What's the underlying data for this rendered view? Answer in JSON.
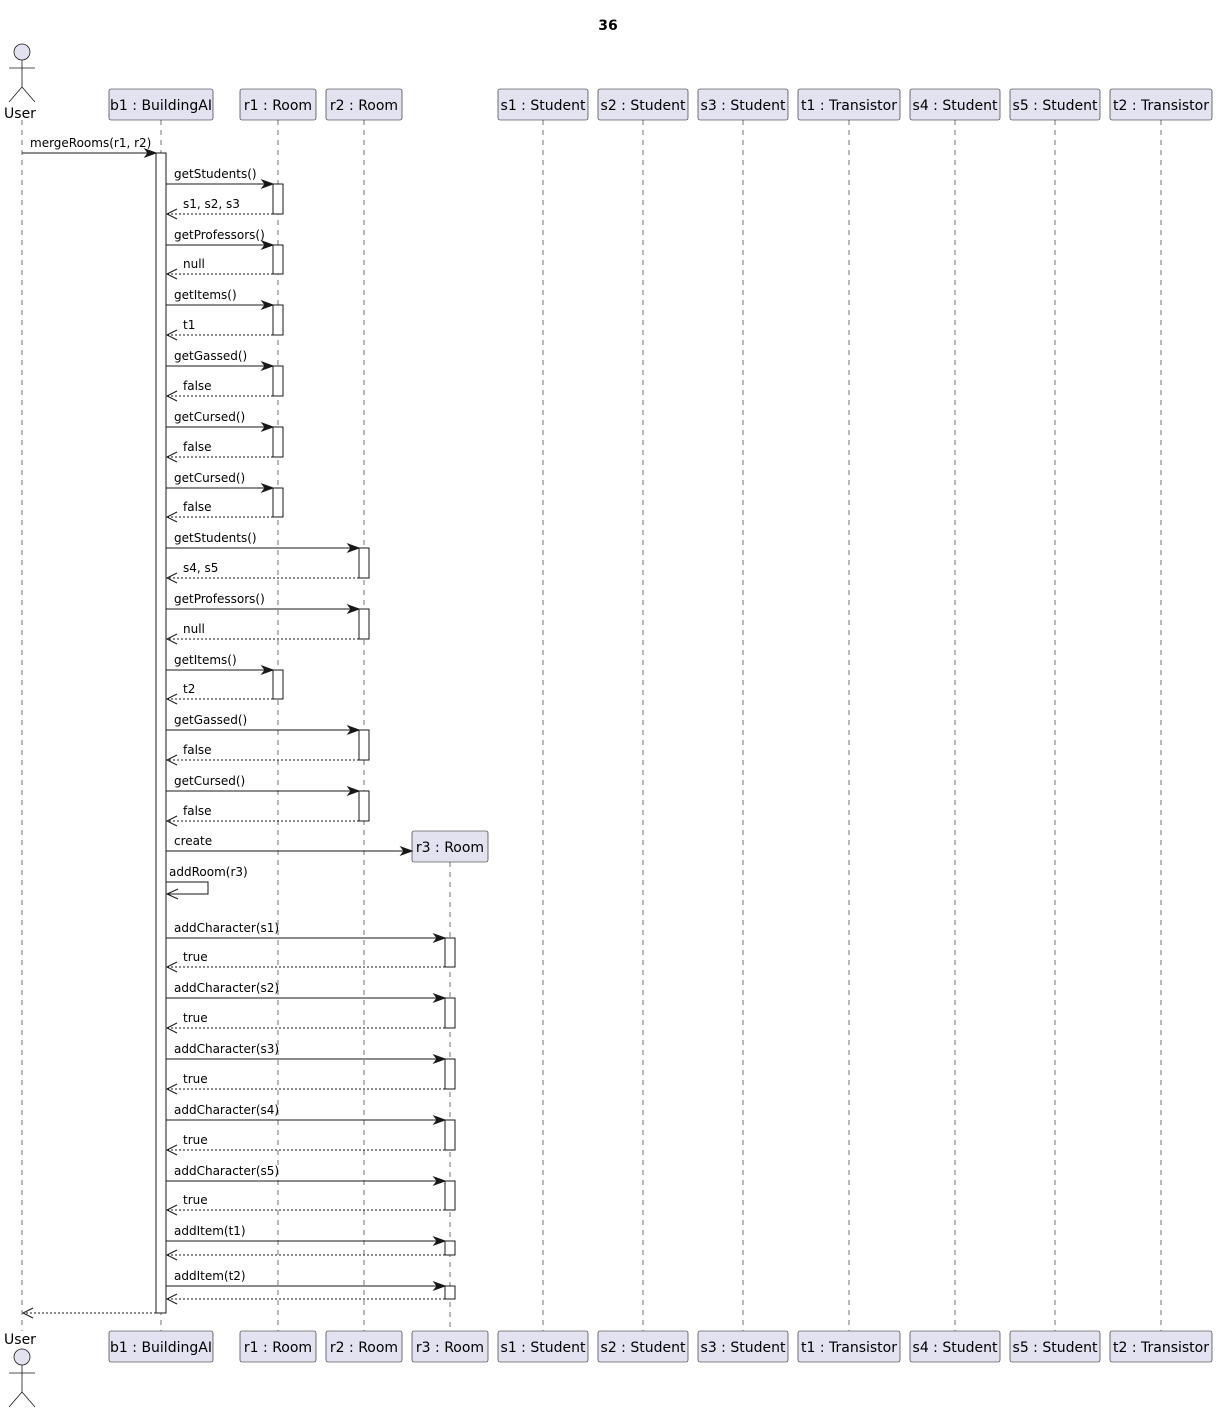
{
  "title": "36",
  "participants": [
    {
      "id": "user",
      "label": "User",
      "kind": "actor"
    },
    {
      "id": "b1",
      "label": "b1 : BuildingAI",
      "kind": "box"
    },
    {
      "id": "r1",
      "label": "r1 : Room",
      "kind": "box"
    },
    {
      "id": "r2",
      "label": "r2 : Room",
      "kind": "box"
    },
    {
      "id": "r3",
      "label": "r3 : Room",
      "kind": "box",
      "created": true
    },
    {
      "id": "s1",
      "label": "s1 : Student",
      "kind": "box"
    },
    {
      "id": "s2",
      "label": "s2 : Student",
      "kind": "box"
    },
    {
      "id": "s3",
      "label": "s3 : Student",
      "kind": "box"
    },
    {
      "id": "t1",
      "label": "t1 : Transistor",
      "kind": "box"
    },
    {
      "id": "s4",
      "label": "s4 : Student",
      "kind": "box"
    },
    {
      "id": "s5",
      "label": "s5 : Student",
      "kind": "box"
    },
    {
      "id": "t2",
      "label": "t2 : Transistor",
      "kind": "box"
    }
  ],
  "messages": [
    {
      "from": "user",
      "to": "b1",
      "label": "mergeRooms(r1, r2)",
      "type": "call"
    },
    {
      "from": "b1",
      "to": "r1",
      "label": "getStudents()",
      "type": "call"
    },
    {
      "from": "r1",
      "to": "b1",
      "label": "s1, s2, s3",
      "type": "return"
    },
    {
      "from": "b1",
      "to": "r1",
      "label": "getProfessors()",
      "type": "call"
    },
    {
      "from": "r1",
      "to": "b1",
      "label": "null",
      "type": "return"
    },
    {
      "from": "b1",
      "to": "r1",
      "label": "getItems()",
      "type": "call"
    },
    {
      "from": "r1",
      "to": "b1",
      "label": "t1",
      "type": "return"
    },
    {
      "from": "b1",
      "to": "r1",
      "label": "getGassed()",
      "type": "call"
    },
    {
      "from": "r1",
      "to": "b1",
      "label": "false",
      "type": "return"
    },
    {
      "from": "b1",
      "to": "r1",
      "label": "getCursed()",
      "type": "call"
    },
    {
      "from": "r1",
      "to": "b1",
      "label": "false",
      "type": "return"
    },
    {
      "from": "b1",
      "to": "r1",
      "label": "getCursed()",
      "type": "call"
    },
    {
      "from": "r1",
      "to": "b1",
      "label": "false",
      "type": "return"
    },
    {
      "from": "b1",
      "to": "r2",
      "label": "getStudents()",
      "type": "call"
    },
    {
      "from": "r2",
      "to": "b1",
      "label": "s4, s5",
      "type": "return"
    },
    {
      "from": "b1",
      "to": "r2",
      "label": "getProfessors()",
      "type": "call"
    },
    {
      "from": "r2",
      "to": "b1",
      "label": "null",
      "type": "return"
    },
    {
      "from": "b1",
      "to": "r1",
      "label": "getItems()",
      "type": "call"
    },
    {
      "from": "r1",
      "to": "b1",
      "label": "t2",
      "type": "return"
    },
    {
      "from": "b1",
      "to": "r2",
      "label": "getGassed()",
      "type": "call"
    },
    {
      "from": "r2",
      "to": "b1",
      "label": "false",
      "type": "return"
    },
    {
      "from": "b1",
      "to": "r2",
      "label": "getCursed()",
      "type": "call"
    },
    {
      "from": "r2",
      "to": "b1",
      "label": "false",
      "type": "return"
    },
    {
      "from": "b1",
      "to": "r3",
      "label": "create",
      "type": "create"
    },
    {
      "from": "b1",
      "to": "b1",
      "label": "addRoom(r3)",
      "type": "self"
    },
    {
      "from": "b1",
      "to": "r3",
      "label": "addCharacter(s1)",
      "type": "call"
    },
    {
      "from": "r3",
      "to": "b1",
      "label": "true",
      "type": "return"
    },
    {
      "from": "b1",
      "to": "r3",
      "label": "addCharacter(s2)",
      "type": "call"
    },
    {
      "from": "r3",
      "to": "b1",
      "label": "true",
      "type": "return"
    },
    {
      "from": "b1",
      "to": "r3",
      "label": "addCharacter(s3)",
      "type": "call"
    },
    {
      "from": "r3",
      "to": "b1",
      "label": "true",
      "type": "return"
    },
    {
      "from": "b1",
      "to": "r3",
      "label": "addCharacter(s4)",
      "type": "call"
    },
    {
      "from": "r3",
      "to": "b1",
      "label": "true",
      "type": "return"
    },
    {
      "from": "b1",
      "to": "r3",
      "label": "addCharacter(s5)",
      "type": "call"
    },
    {
      "from": "r3",
      "to": "b1",
      "label": "true",
      "type": "return"
    },
    {
      "from": "b1",
      "to": "r3",
      "label": "addItem(t1)",
      "type": "call"
    },
    {
      "from": "r3",
      "to": "b1",
      "label": "",
      "type": "return"
    },
    {
      "from": "b1",
      "to": "r3",
      "label": "addItem(t2)",
      "type": "call"
    },
    {
      "from": "r3",
      "to": "b1",
      "label": "",
      "type": "return"
    },
    {
      "from": "b1",
      "to": "user",
      "label": "",
      "type": "return"
    }
  ]
}
